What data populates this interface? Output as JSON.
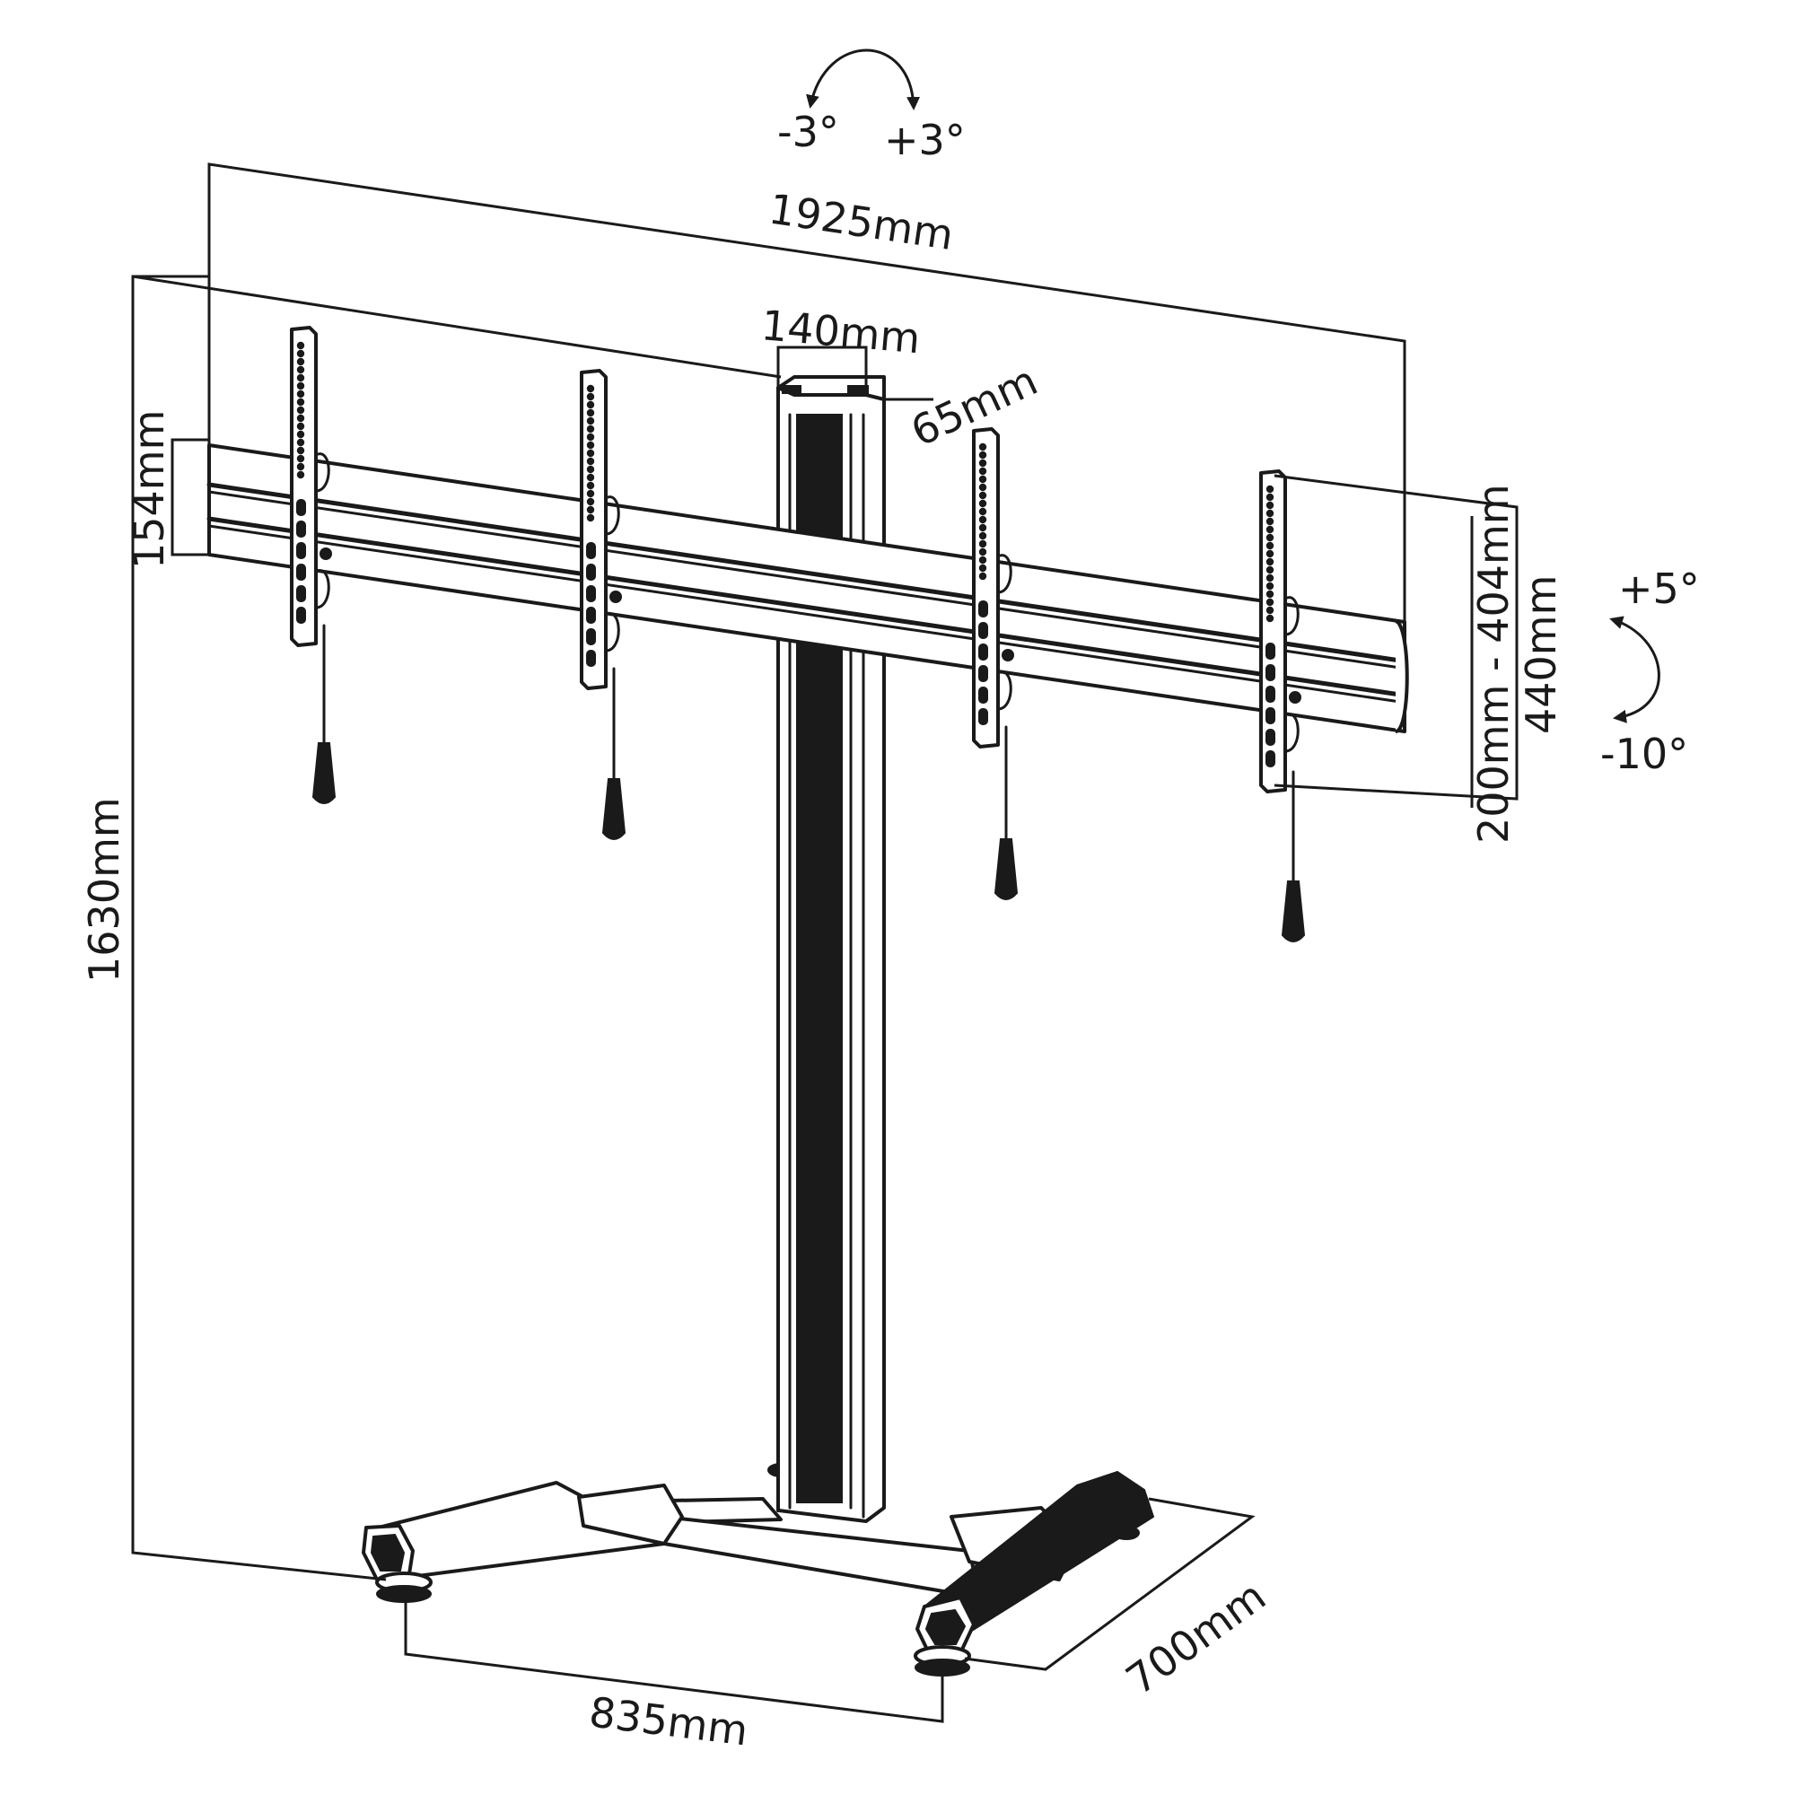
{
  "dimensions": {
    "overall_width": "1925mm",
    "column_width": "140mm",
    "column_depth": "65mm",
    "bar_height": "154mm",
    "total_height": "1630mm",
    "vesa_range": "200mm - 404mm",
    "bracket_height": "440mm",
    "base_depth": "700mm",
    "base_width": "835mm"
  },
  "rotation": {
    "swivel_minus": "-3°",
    "swivel_plus": "+3°"
  },
  "tilt": {
    "tilt_plus": "+5°",
    "tilt_minus": "-10°"
  },
  "colors": {
    "line": "#1a1a1a",
    "background": "#ffffff"
  }
}
